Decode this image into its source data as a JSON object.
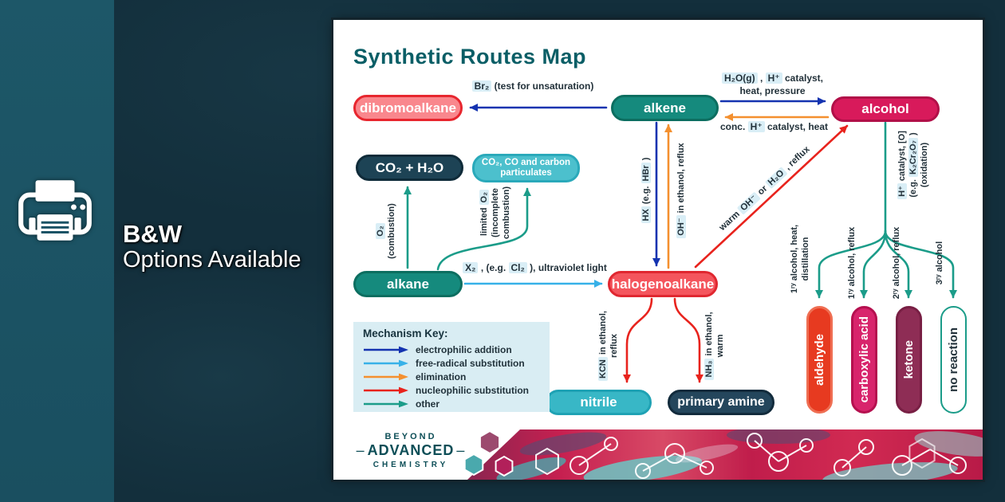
{
  "side_panel": {
    "bw_title": "B&W",
    "bw_subtitle": "Options Available"
  },
  "poster": {
    "title": "Synthetic Routes Map",
    "nodes": {
      "dibromoalkane": "dibromoalkane",
      "alkene": "alkene",
      "alcohol": "alcohol",
      "combustion_products": "CO₂ + H₂O",
      "incomplete_line1": "CO₂, CO and carbon",
      "incomplete_line2": "particulates",
      "alkane": "alkane",
      "halogenoalkane": "halogenoalkane",
      "nitrile": "nitrile",
      "primary_amine": "primary amine",
      "aldehyde": "aldehyde",
      "carboxylic_acid": "carboxylic acid",
      "ketone": "ketone",
      "no_reaction": "no reaction"
    },
    "labels": {
      "bromination": {
        "chip": "Br₂",
        "rest": " (test for unsaturation)"
      },
      "hydration": {
        "chip1": "H₂O(g)",
        "sep": " , ",
        "chip2": "H⁺",
        "rest": " catalyst,",
        "line2": "heat, pressure"
      },
      "dehydration": {
        "pre": "conc. ",
        "chip": "H⁺",
        "rest": " catalyst, heat"
      },
      "combustion": {
        "chip": "O₂",
        "line2": "(combustion)"
      },
      "incomplete_combustion": {
        "pre": "limited ",
        "chip": "O₂",
        "line2": "(incomplete",
        "line3": "combustion)"
      },
      "halogenation": {
        "chip1": "X₂",
        "mid": " , (e.g. ",
        "chip2": "Cl₂",
        "rest": " ), ultraviolet light"
      },
      "hydrohalogenation": {
        "chip1": "HX",
        "mid": " (e.g. ",
        "chip2": "HBr",
        "rest": " )"
      },
      "elimination_ohminus": {
        "chip": "OH⁻",
        "rest": " in ethanol, reflux"
      },
      "hydrolysis": {
        "pre": "warm ",
        "chip1": "OH⁻",
        "mid": " or ",
        "chip2": "H₂O",
        "rest": " , reflux"
      },
      "oxidation": {
        "chip1": "H⁺",
        "rest1": " catalyst, [O]",
        "pre2": "(e.g. ",
        "chip2": "K₂Cr₂O₇",
        "rest2": " )",
        "line3": "(oxidation)"
      },
      "branch_aldehyde": {
        "line1": "1ʳʸ alcohol, heat,",
        "line2": "distillation"
      },
      "branch_carboxylic": "1ʳʸ alcohol, reflux",
      "branch_ketone": "2ʳʸ alcohol, reflux",
      "branch_no_reaction": "3ʳʸ alcohol",
      "cyanide": {
        "chip": "KCN",
        "rest": " in ethanol,",
        "line2": "reflux"
      },
      "amine": {
        "chip": "NH₃",
        "rest": " in ethanol,",
        "line2": "warm"
      }
    },
    "key": {
      "title": "Mechanism Key:",
      "items": [
        {
          "label": "electrophilic addition",
          "color": "#1433b0"
        },
        {
          "label": "free-radical substitution",
          "color": "#37b1e8"
        },
        {
          "label": "elimination",
          "color": "#f4902f"
        },
        {
          "label": "nucleophilic substitution",
          "color": "#e8231d"
        },
        {
          "label": "other",
          "color": "#1b9c89"
        }
      ]
    },
    "logo": {
      "line1": "BEYOND",
      "dash": "–",
      "line2": "ADVANCED",
      "line3": "CHEMISTRY"
    }
  }
}
